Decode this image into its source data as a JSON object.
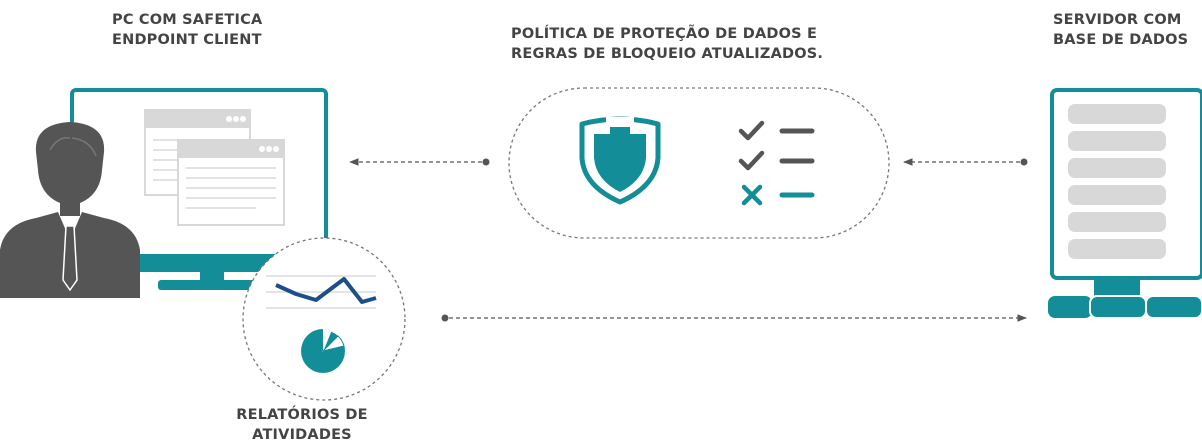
{
  "labels": {
    "pc": [
      "PC COM SAFETICA",
      "ENDPOINT CLIENT"
    ],
    "policy": [
      "POLÍTICA DE PROTEÇÃO DE DADOS E",
      "REGRAS DE BLOQUEIO ATUALIZADOS."
    ],
    "server": [
      "SERVIDOR COM",
      "BASE DE DADOS"
    ],
    "reports": [
      "RELATÓRIOS DE",
      "ATIVIDADES"
    ]
  },
  "colors": {
    "teal": "#138d98",
    "dark_gray": "#555555",
    "light_gray": "#d8d8d8",
    "text": "#444444",
    "navy": "#1b4f8a"
  },
  "icons": {
    "pc": "monitor-with-user-icon",
    "policy": "shield-icon",
    "checklist": "checklist-icon",
    "server": "server-icon",
    "reports": "report-charts-icon"
  },
  "checklist": [
    "check",
    "check",
    "cross"
  ]
}
